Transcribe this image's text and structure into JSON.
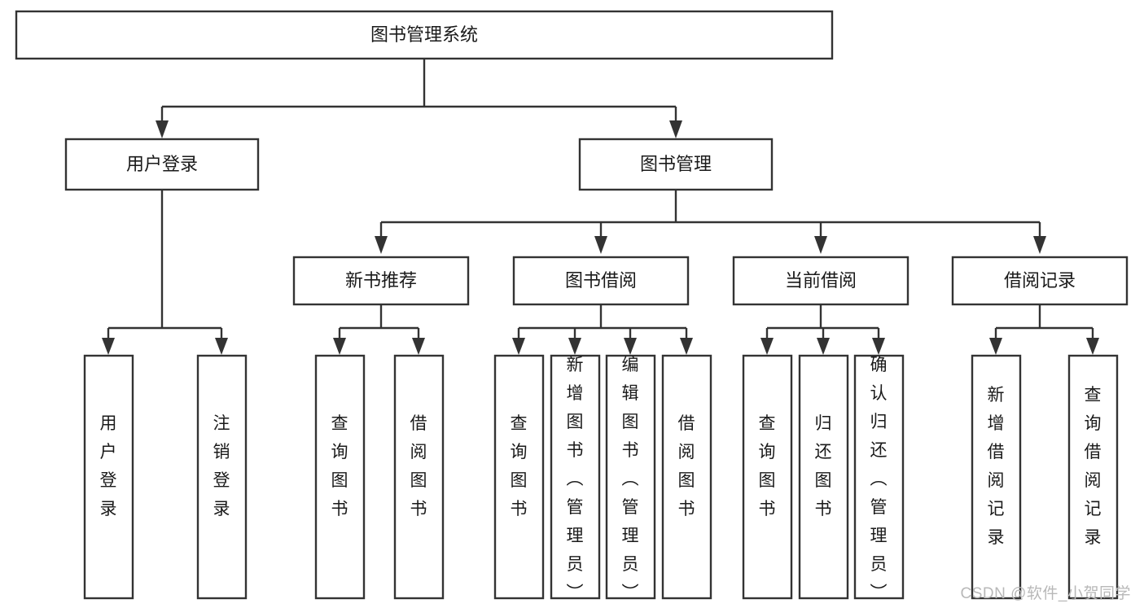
{
  "diagram": {
    "type": "tree-hierarchy",
    "title": "图书管理系统",
    "watermark": "CSDN @软件_小贺同学",
    "colors": {
      "box_stroke": "#333333",
      "box_fill": "#ffffff",
      "text": "#1a1a1a",
      "connector": "#333333",
      "watermark": "#b8b8b8",
      "background": "#ffffff"
    },
    "root": {
      "label": "图书管理系统"
    },
    "level2": [
      {
        "label": "用户登录"
      },
      {
        "label": "图书管理"
      }
    ],
    "level3": [
      {
        "label": "新书推荐"
      },
      {
        "label": "图书借阅"
      },
      {
        "label": "当前借阅"
      },
      {
        "label": "借阅记录"
      }
    ],
    "leaves": {
      "user_login": [
        {
          "label": "用户登录"
        },
        {
          "label": "注销登录"
        }
      ],
      "new_book_recommend": [
        {
          "label": "查询图书"
        },
        {
          "label": "借阅图书"
        }
      ],
      "book_borrow": [
        {
          "label": "查询图书"
        },
        {
          "label": "新增图书（管理员）"
        },
        {
          "label": "编辑图书（管理员）"
        },
        {
          "label": "借阅图书"
        }
      ],
      "current_borrow": [
        {
          "label": "查询图书"
        },
        {
          "label": "归还图书"
        },
        {
          "label": "确认归还（管理员）"
        }
      ],
      "borrow_record": [
        {
          "label": "新增借阅记录"
        },
        {
          "label": "查询借阅记录"
        }
      ]
    }
  }
}
